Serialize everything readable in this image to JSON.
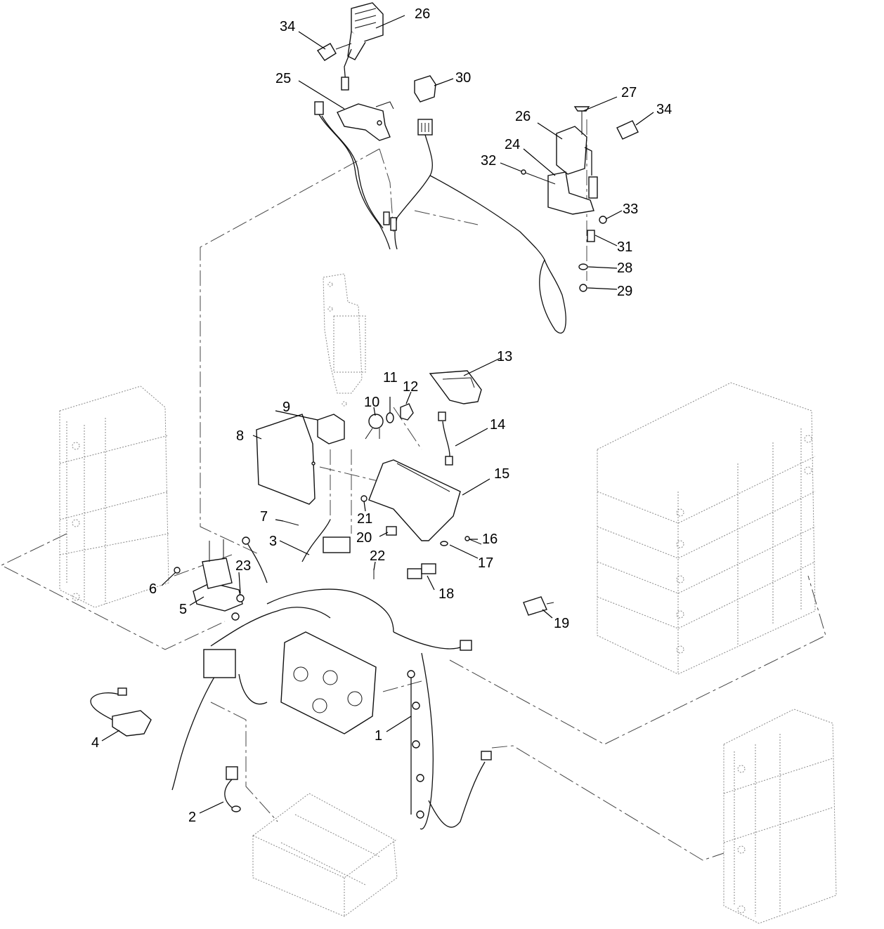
{
  "callouts": [
    {
      "id": "c1",
      "label": "1"
    },
    {
      "id": "c2",
      "label": "2"
    },
    {
      "id": "c3",
      "label": "3"
    },
    {
      "id": "c4",
      "label": "4"
    },
    {
      "id": "c5",
      "label": "5"
    },
    {
      "id": "c6",
      "label": "6"
    },
    {
      "id": "c7",
      "label": "7"
    },
    {
      "id": "c8",
      "label": "8"
    },
    {
      "id": "c9",
      "label": "9"
    },
    {
      "id": "c10",
      "label": "10"
    },
    {
      "id": "c11",
      "label": "11"
    },
    {
      "id": "c12",
      "label": "12"
    },
    {
      "id": "c13",
      "label": "13"
    },
    {
      "id": "c14",
      "label": "14"
    },
    {
      "id": "c15",
      "label": "15"
    },
    {
      "id": "c16",
      "label": "16"
    },
    {
      "id": "c17",
      "label": "17"
    },
    {
      "id": "c18",
      "label": "18"
    },
    {
      "id": "c19",
      "label": "19"
    },
    {
      "id": "c20",
      "label": "20"
    },
    {
      "id": "c21",
      "label": "21"
    },
    {
      "id": "c22",
      "label": "22"
    },
    {
      "id": "c23",
      "label": "23"
    },
    {
      "id": "c24",
      "label": "24"
    },
    {
      "id": "c25",
      "label": "25"
    },
    {
      "id": "c26a",
      "label": "26"
    },
    {
      "id": "c26b",
      "label": "26"
    },
    {
      "id": "c27",
      "label": "27"
    },
    {
      "id": "c28",
      "label": "28"
    },
    {
      "id": "c29",
      "label": "29"
    },
    {
      "id": "c30",
      "label": "30"
    },
    {
      "id": "c31",
      "label": "31"
    },
    {
      "id": "c32",
      "label": "32"
    },
    {
      "id": "c33",
      "label": "33"
    },
    {
      "id": "c34a",
      "label": "34"
    },
    {
      "id": "c34b",
      "label": "34"
    }
  ]
}
